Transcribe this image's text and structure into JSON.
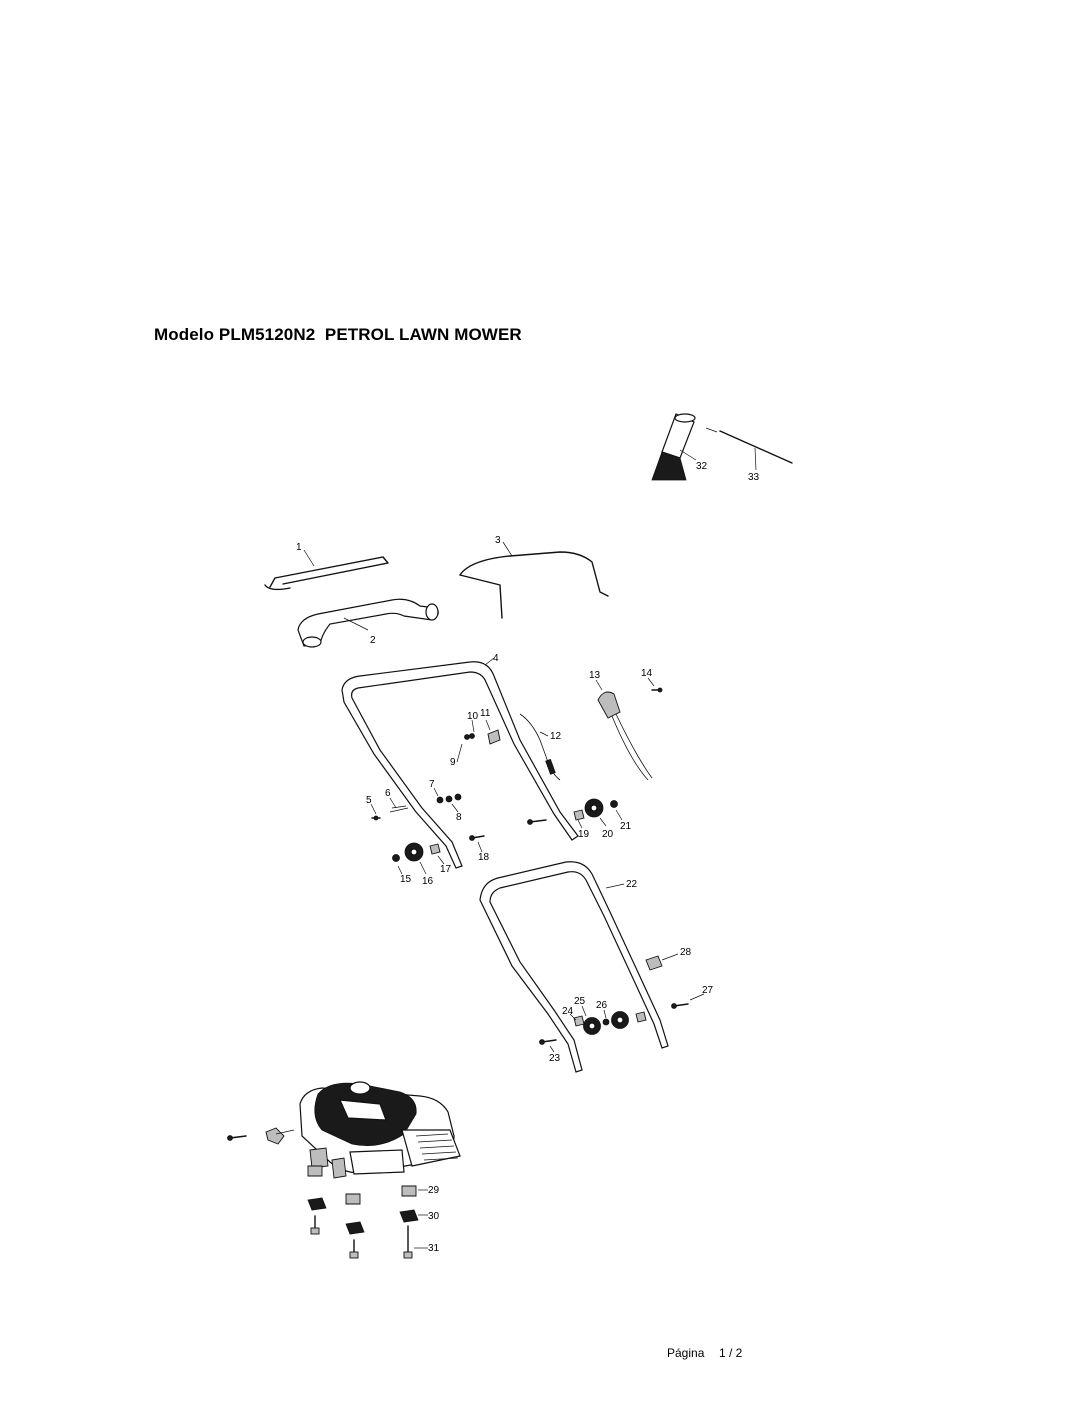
{
  "page_title": "Modelo PLM5120N2  PETROL LAWN MOWER",
  "footer": {
    "page_label": "Página",
    "page_number": "1 / 2"
  },
  "callouts": [
    "1",
    "2",
    "3",
    "4",
    "5",
    "6",
    "7",
    "8",
    "9",
    "10",
    "11",
    "12",
    "13",
    "14",
    "15",
    "16",
    "17",
    "18",
    "19",
    "20",
    "21",
    "22",
    "23",
    "24",
    "25",
    "26",
    "27",
    "28",
    "29",
    "30",
    "31",
    "32",
    "33"
  ]
}
